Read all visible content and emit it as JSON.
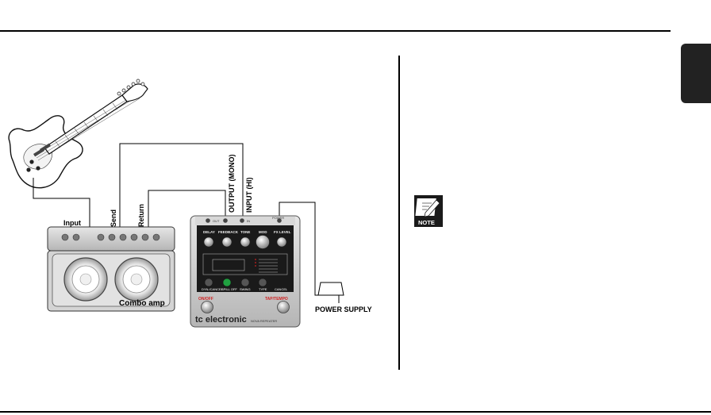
{
  "labels": {
    "input": "Input",
    "send": "Send",
    "return": "Return",
    "output_mono": "OUTPUT (MONO)",
    "input_hi": "INPUT (HI)",
    "combo_amp": "Combo amp",
    "power_supply": "POWER SUPPLY"
  },
  "pedal": {
    "brand": "tc electronic",
    "model": "NOVA REPEATER",
    "knobs": [
      "DELAY",
      "FEEDBACK",
      "TONE",
      "MOD",
      "FX LEVEL"
    ],
    "buttons": [
      "DYN./CANCEL",
      "SPILL OFF",
      "SWING",
      "TYPE",
      "CANCEL"
    ],
    "footswitch_left": "ON/OFF",
    "footswitch_right": "TAP/TEMPO",
    "jack_labels": [
      "OUT",
      "IN",
      "POWER"
    ]
  },
  "note_icon": {
    "label": "NOTE",
    "icon": "pencil-note-icon"
  },
  "colors": {
    "pedal_panel": "#1a1a1a",
    "pedal_body": "#c8c8c8",
    "accent_red": "#d02020",
    "accent_green": "#20a040"
  }
}
